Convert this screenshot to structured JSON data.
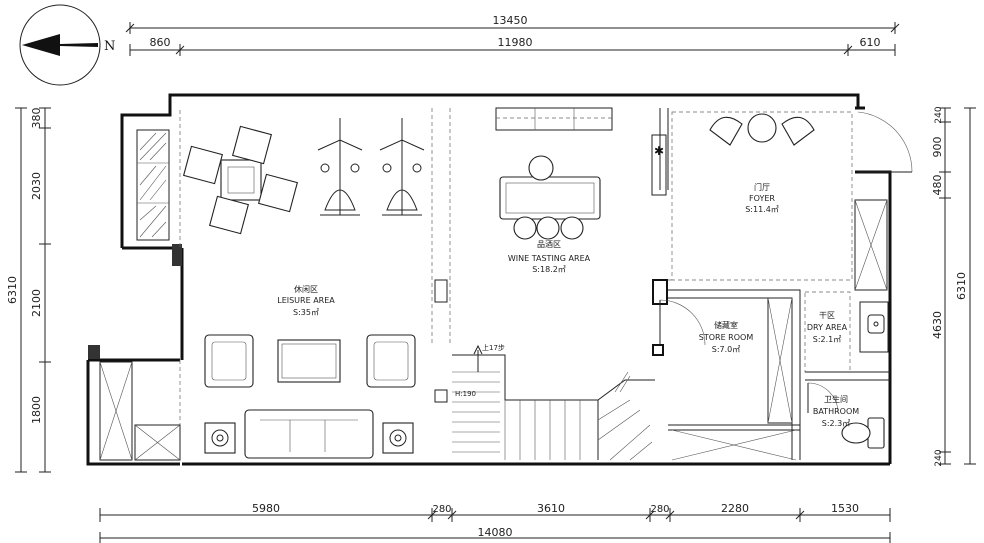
{
  "compass": {
    "north_label": "N"
  },
  "dimensions": {
    "top_total": "13450",
    "top": [
      "860",
      "11980",
      "610"
    ],
    "left_total": "6310",
    "left": [
      "380",
      "2030",
      "2100",
      "1800"
    ],
    "right_total": "6310",
    "right": [
      "240",
      "900",
      "480",
      "4630",
      "240"
    ],
    "bottom": [
      "5980",
      "280",
      "3610",
      "280",
      "2280",
      "1530"
    ],
    "bottom_total": "14080"
  },
  "rooms": {
    "leisure": {
      "cn": "休闲区",
      "en": "LEISURE AREA",
      "area": "S:35㎡"
    },
    "wine": {
      "cn": "品酒区",
      "en": "WINE TASTING AREA",
      "area": "S:18.2㎡"
    },
    "foyer": {
      "cn": "门厅",
      "en": "FOYER",
      "area": "S:11.4㎡"
    },
    "store": {
      "cn": "储藏室",
      "en": "STORE ROOM",
      "area": "S:7.0㎡"
    },
    "dry": {
      "cn": "干区",
      "en": "DRY AREA",
      "area": "S:2.1㎡"
    },
    "bath": {
      "cn": "卫生间",
      "en": "BATHROOM",
      "area": "S:2.3㎡"
    }
  },
  "stairs": {
    "up_label": "上17步",
    "height_label": "H:190"
  }
}
